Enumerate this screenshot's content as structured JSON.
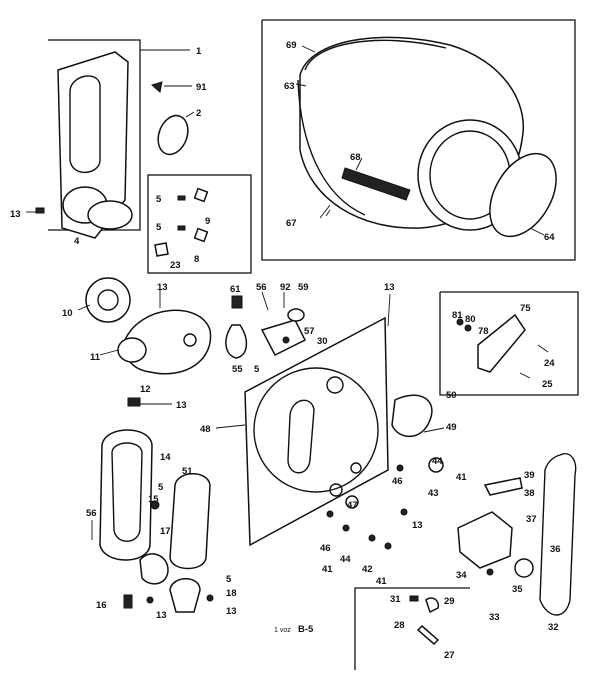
{
  "labels": {
    "p1": "1",
    "p91": "91",
    "p2": "2",
    "p13a": "13",
    "p4": "4",
    "p5a": "5",
    "p9": "9",
    "p5b": "5",
    "p23": "23",
    "p8": "8",
    "p69": "69",
    "p63": "63",
    "p68": "68",
    "p67": "67",
    "p64": "64",
    "p10": "10",
    "p13b": "13",
    "p11": "11",
    "p61": "61",
    "p56a": "56",
    "p92": "92",
    "p59": "59",
    "p57": "57",
    "p30": "30",
    "p55": "55",
    "p5c": "5",
    "p13c": "13",
    "p81": "81",
    "p80": "80",
    "p78": "78",
    "p75": "75",
    "p24": "24",
    "p25": "25",
    "p12": "12",
    "p13d": "13",
    "p48": "48",
    "p50": "50",
    "p49": "49",
    "p14": "14",
    "p51": "51",
    "p5d": "5",
    "p15": "15",
    "p56b": "56",
    "p46a": "46",
    "p41a": "41",
    "p43": "43",
    "p44a": "44",
    "p39": "39",
    "p38": "38",
    "p47": "47",
    "p13e": "13",
    "p46b": "46",
    "p44b": "44",
    "p41b": "41",
    "p42": "42",
    "p41c": "41",
    "p37": "37",
    "p36": "36",
    "p34": "34",
    "p35": "35",
    "p17": "17",
    "p5e": "5",
    "p18": "18",
    "p16": "16",
    "p13f": "13",
    "p13g": "13",
    "p31": "31",
    "p29": "29",
    "p28": "28",
    "p27": "27",
    "p33": "33",
    "p32": "32",
    "caption": "B-5",
    "caption_small": "1 voz"
  }
}
